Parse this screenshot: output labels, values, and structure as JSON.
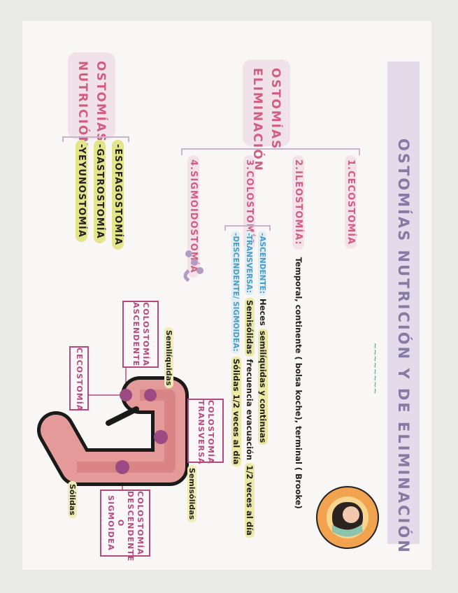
{
  "title": "OSTOMÍAS NUTRICIÓN Y DE ELIMINACIÓN",
  "eliminacion": {
    "heading": "OSTOMÍAS ELIMINACIÓN",
    "items": [
      {
        "label": "1.CECOSTOMÍA"
      },
      {
        "label": "2.ILEOSTOMÍA:",
        "detail": "Temporal, continente ( bolsa koche), terminal ( Brooke)"
      },
      {
        "label": "3.COLOSTOMÍA"
      },
      {
        "label": "4.SIGMOIDOSTOMÍA"
      }
    ],
    "colostomia_types": [
      {
        "label": "-ASCENDENTE:",
        "pre": "Heces ",
        "highlight": "semilíquidas y continuas",
        "post": ""
      },
      {
        "label": "-TRANSVERSA:",
        "pre": "",
        "highlight": "Semisólidas",
        "post": " frecuencia evacuación ",
        "highlight2": "1/2 veces al día"
      },
      {
        "label": "-DESCENDENTE/ SIGMOIDEA:",
        "pre": "",
        "highlight": "Sólidas 1/2 veces al día",
        "post": ""
      }
    ]
  },
  "nutricion": {
    "heading": "OSTOMÍAS NUTRICIÓN",
    "items": [
      "-ESOFAGOSTOMÍA",
      "-GASTROSTOMÍA",
      "-YEYUNOSTOMÍA"
    ]
  },
  "diagram": {
    "labels": {
      "semiliquidas": "Semilíquidas",
      "semisolidas": "Semisólidas",
      "solidas": "Sólidas"
    },
    "boxes": {
      "ascendente": "COLOSTOMÍA ASCENDENTE",
      "cecostomia": "CECOSTOMÍA",
      "transversa": "COLOSTOMÍA TRANSVERSA",
      "descendente_l1": "COLOSTOMÍA",
      "descendente_l2": "DESCENDENTE",
      "descendente_l3": "O",
      "descendente_l4": "SIGMOIDEA"
    }
  },
  "colors": {
    "title_band": "#e4dbea",
    "pink": "#d25d80",
    "highlight": "#e4e48a",
    "blue": "#4a9cc4",
    "colon": "#e39a98",
    "stoma_dot": "#9b4a84"
  }
}
